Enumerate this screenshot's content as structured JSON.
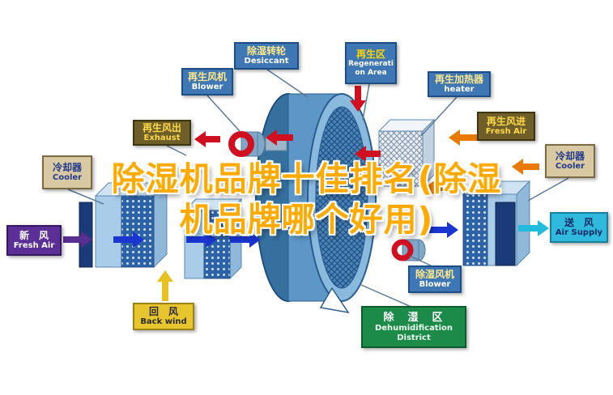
{
  "title": {
    "line1": "除湿机品牌十佳排名(除湿",
    "line2": "机品牌哪个好用)"
  },
  "labels": {
    "regen_blower": {
      "zh": "再生风机",
      "en": "Blower"
    },
    "desiccant": {
      "zh": "除湿转轮",
      "en": "Desiccant"
    },
    "regen_area": {
      "zh": "再生区",
      "en": "Regeneration Area"
    },
    "regen_heater": {
      "zh": "再生加热器",
      "en": "heater"
    },
    "regen_air_out": {
      "zh": "再生风出",
      "en": "Exhaust"
    },
    "regen_air_in": {
      "zh": "再生风进",
      "en": "Fresh Air"
    },
    "cooler_left": {
      "zh": "冷却器",
      "en": "Cooler"
    },
    "cooler_right": {
      "zh": "冷却器",
      "en": "Cooler"
    },
    "fresh_air": {
      "zh": "新　风",
      "en": "Fresh Air"
    },
    "air_supply": {
      "zh": "送　风",
      "en": "Air Supply"
    },
    "back_wind": {
      "zh": "回　风",
      "en": "Back wind"
    },
    "dehumid_blower": {
      "zh": "除湿风机",
      "en": "Blower"
    },
    "dehumid_district": {
      "zh": "除　湿　区",
      "en1": "Dehumidification",
      "en2": "District"
    }
  },
  "colors": {
    "title": "#ffaa00",
    "arrow_red": "#d01020",
    "arrow_orange": "#e87a00",
    "arrow_blue": "#1a35d0",
    "arrow_yellow": "#e8c020",
    "arrow_purple": "#5a2d91",
    "arrow_cyan": "#22bbdd"
  }
}
